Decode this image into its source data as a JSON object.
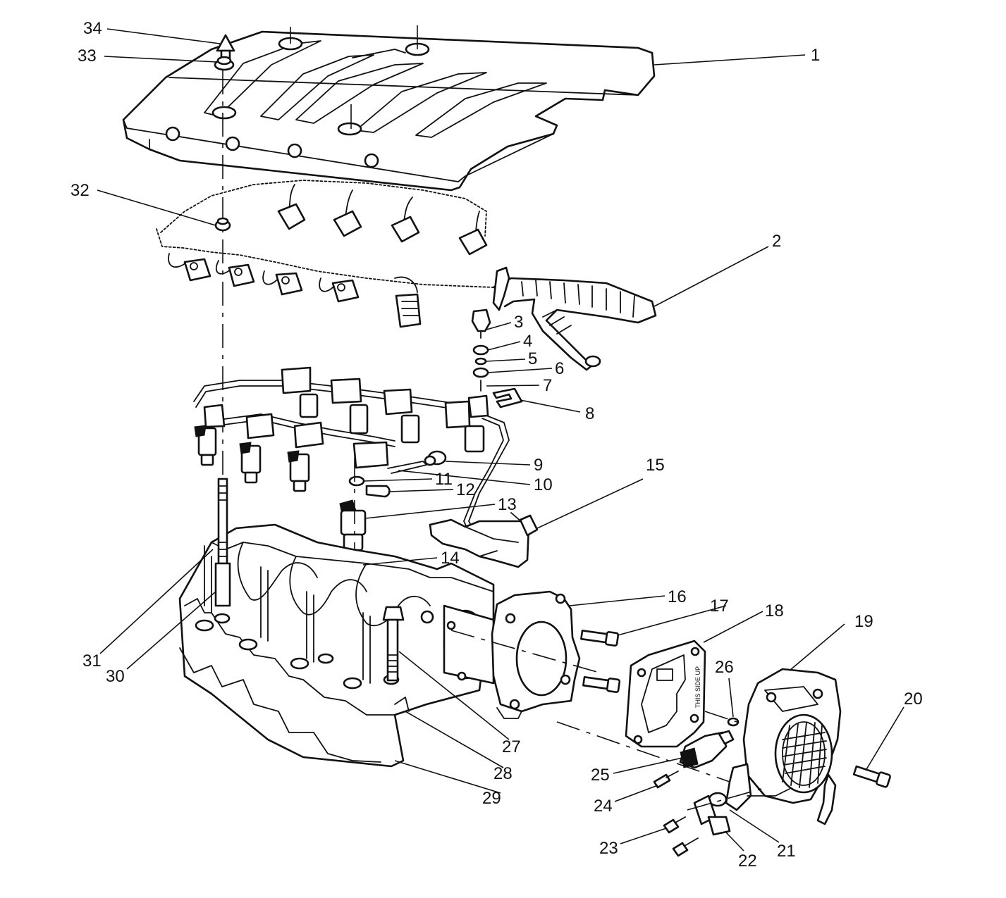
{
  "callouts": [
    {
      "id": "1",
      "label": "1"
    },
    {
      "id": "2",
      "label": "2"
    },
    {
      "id": "3",
      "label": "3"
    },
    {
      "id": "4",
      "label": "4"
    },
    {
      "id": "5",
      "label": "5"
    },
    {
      "id": "6",
      "label": "6"
    },
    {
      "id": "7",
      "label": "7"
    },
    {
      "id": "8",
      "label": "8"
    },
    {
      "id": "9",
      "label": "9"
    },
    {
      "id": "10",
      "label": "10"
    },
    {
      "id": "11",
      "label": "11"
    },
    {
      "id": "12",
      "label": "12"
    },
    {
      "id": "13",
      "label": "13"
    },
    {
      "id": "14",
      "label": "14"
    },
    {
      "id": "15",
      "label": "15"
    },
    {
      "id": "16",
      "label": "16"
    },
    {
      "id": "17",
      "label": "17"
    },
    {
      "id": "18",
      "label": "18"
    },
    {
      "id": "19",
      "label": "19"
    },
    {
      "id": "20",
      "label": "20"
    },
    {
      "id": "21",
      "label": "21"
    },
    {
      "id": "22",
      "label": "22"
    },
    {
      "id": "23",
      "label": "23"
    },
    {
      "id": "24",
      "label": "24"
    },
    {
      "id": "25",
      "label": "25"
    },
    {
      "id": "26",
      "label": "26"
    },
    {
      "id": "27",
      "label": "27"
    },
    {
      "id": "28",
      "label": "28"
    },
    {
      "id": "29",
      "label": "29"
    },
    {
      "id": "30",
      "label": "30"
    },
    {
      "id": "31",
      "label": "31"
    },
    {
      "id": "32",
      "label": "32"
    },
    {
      "id": "33",
      "label": "33"
    },
    {
      "id": "34",
      "label": "34"
    }
  ],
  "gasket_marking": "THIS SIDE UP"
}
